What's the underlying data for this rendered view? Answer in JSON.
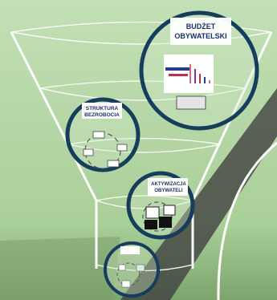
{
  "background_color": "#b7d9a9",
  "accent_color": "#173d5c",
  "nodes": [
    {
      "id": "budzet",
      "title_line1": "BUDŻET",
      "title_line2": "OBYWATELSKI"
    },
    {
      "id": "struktura",
      "title_line1": "STRUKTURA",
      "title_line2": "BEZROBOCIA"
    },
    {
      "id": "aktywizacja",
      "title_line1": "AKTYWIZACJA",
      "title_line2": "OBYWATELI"
    },
    {
      "id": "small",
      "title_line1": "",
      "title_line2": ""
    }
  ]
}
